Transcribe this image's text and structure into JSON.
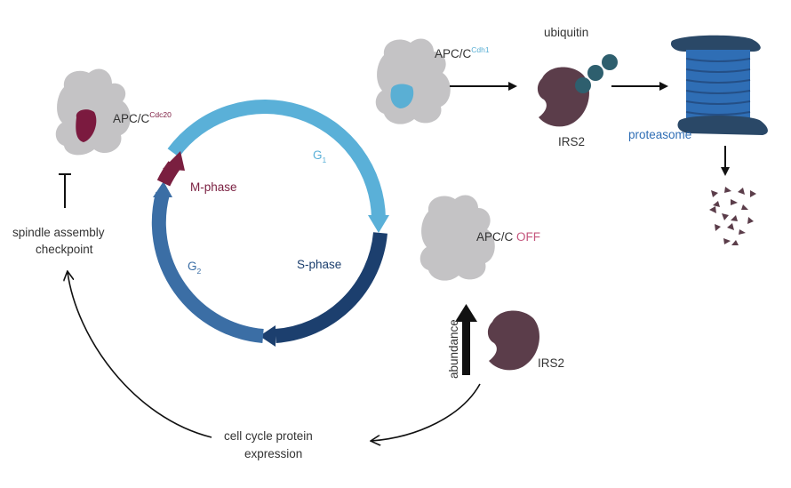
{
  "apc_cdc20": {
    "name": "APC/C",
    "superscript": "Cdc20"
  },
  "apc_cdh1": {
    "name": "APC/C",
    "superscript": "Cdh1"
  },
  "apc_off": {
    "name": "APC/C",
    "state": "OFF"
  },
  "ubiquitin": "ubiquitin",
  "irs2_top": "IRS2",
  "irs2_bottom": "IRS2",
  "proteasome": "proteasome",
  "checkpoint": {
    "line1": "spindle assembly",
    "line2": "checkpoint"
  },
  "cycle": {
    "g1": {
      "letter": "G",
      "sub": "1"
    },
    "s_phase": "S-phase",
    "g2": {
      "letter": "G",
      "sub": "2"
    },
    "m_phase": "M-phase"
  },
  "abundance": "abundance",
  "expression": {
    "line1": "cell cycle protein",
    "line2": "expression"
  },
  "colors": {
    "complex_gray": "#c4c3c5",
    "cdc20_red": "#7b1a3f",
    "cdh1_blue": "#5aafd4",
    "irs2_purple": "#5b3d4a",
    "ubiquitin_teal": "#2e5f6e",
    "proteasome_blue": "#2f6eb5",
    "proteasome_dark": "#2a4867",
    "g1_arc": "#5ab0d8",
    "s_arc": "#1c3f6e",
    "g2_arc": "#3b6ea5",
    "m_arc": "#7a1f40",
    "off_red": "#c5567d",
    "arrow_black": "#111111"
  }
}
